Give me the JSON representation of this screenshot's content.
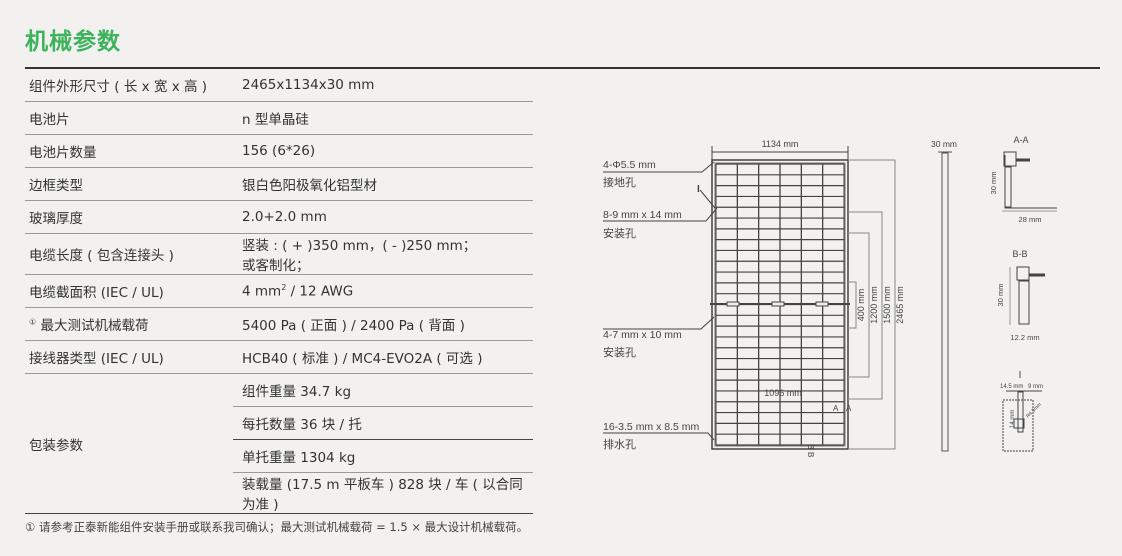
{
  "title": "机械参数",
  "rows": [
    {
      "label": "组件外形尺寸 ( 长 x 宽 x 高 )",
      "value": "2465x1134x30 mm"
    },
    {
      "label": "电池片",
      "value": "n 型单晶硅"
    },
    {
      "label": "电池片数量",
      "value": "156 (6*26)"
    },
    {
      "label": "边框类型",
      "value": "银白色阳极氧化铝型材"
    },
    {
      "label": "玻璃厚度",
      "value": "2.0+2.0 mm"
    },
    {
      "label": "电缆长度 ( 包含连接头 )",
      "value": "竖装 : ( + )350 mm，( - )250 mm；",
      "value2": "或客制化；"
    },
    {
      "label": "电缆截面积 (IEC / UL)",
      "value": "4 mm",
      "sup": "2",
      "value_after": " / 12 AWG"
    },
    {
      "label": "最大测试机械载荷",
      "note_mark": "①",
      "value": "5400 Pa ( 正面 ) / 2400 Pa ( 背面 )"
    },
    {
      "label": "接线器类型 (IEC / UL)",
      "value": "HCB40 ( 标准 ) / MC4-EVO2A ( 可选 )"
    }
  ],
  "packaging": {
    "label": "包装参数",
    "items": [
      "组件重量 34.7 kg",
      "每托数量 36 块 / 托",
      "单托重量 1304 kg",
      "装载量 (17.5 m 平板车 ) 828 块 / 车 ( 以合同为准 )"
    ]
  },
  "footnote": "① 请参考正泰新能组件安装手册或联系我司确认；最大测试机械载荷 = 1.5 × 最大设计机械载荷。",
  "drawing": {
    "width": "1134 mm",
    "ground_hole": "4-Φ5.5 mm",
    "ground_hole_label": "接地孔",
    "mount_hole1": "8-9 mm x 14 mm",
    "mount_hole1_label": "安装孔",
    "mount_hole2": "4-7 mm x 10 mm",
    "mount_hole2_label": "安装孔",
    "drain_hole": "16-3.5 mm x 8.5 mm",
    "drain_hole_label": "排水孔",
    "detail_mark": "I",
    "dim_400": "400 mm",
    "dim_1200": "1200 mm",
    "dim_1500": "1500 mm",
    "dim_2465": "2465 mm",
    "dim_1096": "1096 mm",
    "section_a": "A",
    "section_b": "B",
    "thickness": "30 mm",
    "aa_title": "A-A",
    "aa_h": "30 mm",
    "aa_w": "28 mm",
    "bb_title": "B-B",
    "bb_h": "30 mm",
    "bb_w": "12.2 mm",
    "i_title": "I",
    "i_w1": "14.5 mm",
    "i_w2": "9 mm",
    "i_h": "14 mm",
    "i_r": "R4.5mm"
  },
  "colors": {
    "accent": "#3db35b"
  }
}
